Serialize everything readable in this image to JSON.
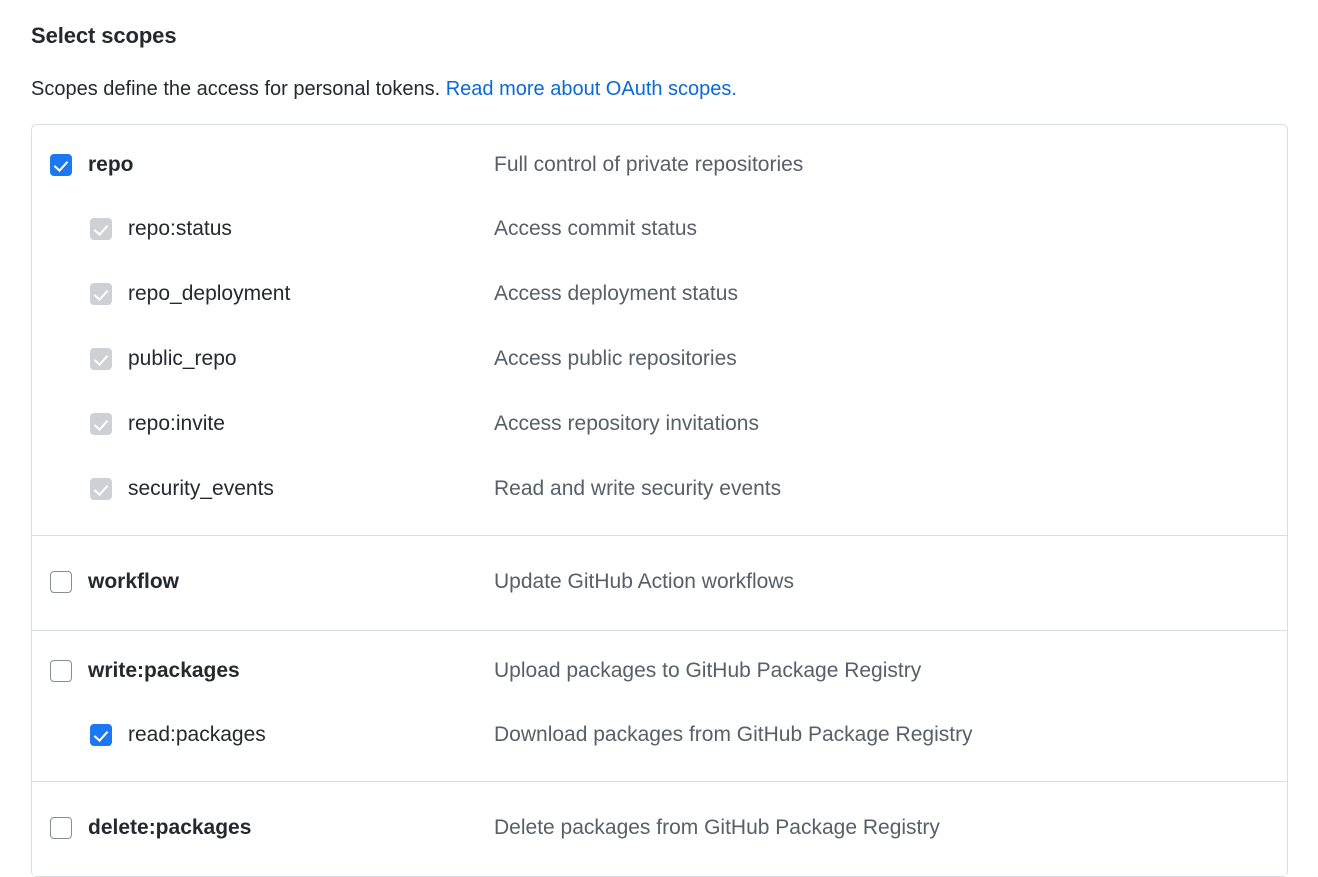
{
  "header": {
    "title": "Select scopes",
    "description_prefix": "Scopes define the access for personal tokens.",
    "link_text": "Read more about OAuth scopes."
  },
  "colors": {
    "link_blue": "#0969da",
    "checkbox_checked": "#1c78f0",
    "checkbox_disabled": "#cdd1d6",
    "text_primary": "#24292f",
    "text_muted": "#57606a",
    "border": "#d8dee4"
  },
  "scope_groups": [
    {
      "name": "repo-group",
      "parent": {
        "label": "repo",
        "description": "Full control of private repositories",
        "state": "checked"
      },
      "children": [
        {
          "label": "repo:status",
          "description": "Access commit status",
          "state": "disabled-checked"
        },
        {
          "label": "repo_deployment",
          "description": "Access deployment status",
          "state": "disabled-checked"
        },
        {
          "label": "public_repo",
          "description": "Access public repositories",
          "state": "disabled-checked"
        },
        {
          "label": "repo:invite",
          "description": "Access repository invitations",
          "state": "disabled-checked"
        },
        {
          "label": "security_events",
          "description": "Read and write security events",
          "state": "disabled-checked"
        }
      ]
    },
    {
      "name": "workflow-group",
      "parent": {
        "label": "workflow",
        "description": "Update GitHub Action workflows",
        "state": "unchecked"
      },
      "children": []
    },
    {
      "name": "write-packages-group",
      "parent": {
        "label": "write:packages",
        "description": "Upload packages to GitHub Package Registry",
        "state": "unchecked"
      },
      "children": [
        {
          "label": "read:packages",
          "description": "Download packages from GitHub Package Registry",
          "state": "checked"
        }
      ]
    },
    {
      "name": "delete-packages-group",
      "parent": {
        "label": "delete:packages",
        "description": "Delete packages from GitHub Package Registry",
        "state": "unchecked"
      },
      "children": []
    }
  ]
}
